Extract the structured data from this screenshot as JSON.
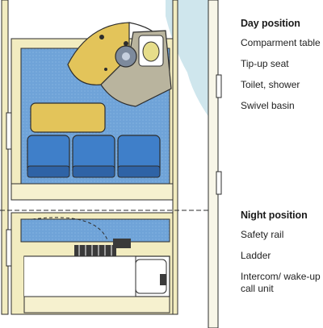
{
  "day": {
    "heading": "Day position",
    "items": [
      {
        "text": "Comparment table"
      },
      {
        "text": "Tip-up seat"
      },
      {
        "text": "Toilet, shower"
      },
      {
        "text": "Swivel basin"
      }
    ]
  },
  "night": {
    "heading": "Night position",
    "items": [
      {
        "text": "Safety rail"
      },
      {
        "text": "Ladder"
      },
      {
        "text": "Intercom/ wake-up call unit"
      }
    ]
  },
  "colors": {
    "carpet": "#6fa3d8",
    "seat": "#3f7fc9",
    "table": "#e3c45a",
    "wall": "#f2ecc0",
    "outline": "#2d2d2d"
  }
}
